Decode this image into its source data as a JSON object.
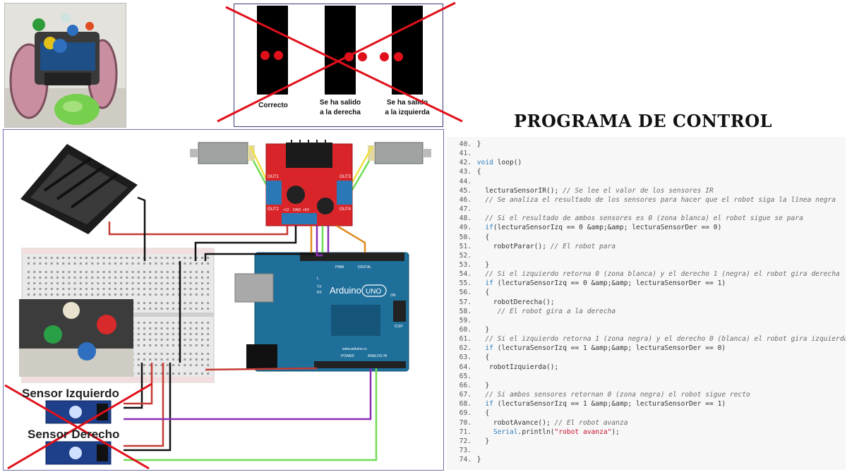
{
  "track": {
    "captions": [
      {
        "line1": "Correcto",
        "line2": ""
      },
      {
        "line1": "Se ha salido",
        "line2": "a la derecha"
      },
      {
        "line1": "Se ha salido",
        "line2": "a la izquierda"
      }
    ]
  },
  "program_title": "PROGRAMA DE CONTROL",
  "code": [
    {
      "n": "40.",
      "t": "}"
    },
    {
      "n": "41.",
      "t": ""
    },
    {
      "n": "42.",
      "t": "void loop()"
    },
    {
      "n": "43.",
      "t": "{"
    },
    {
      "n": "44.",
      "t": ""
    },
    {
      "n": "45.",
      "t": "  lecturaSensorIR(); // Se lee el valor de los sensores IR"
    },
    {
      "n": "46.",
      "t": "  // Se analiza el resultado de los sensores para hacer que el robot siga la línea negra"
    },
    {
      "n": "47.",
      "t": ""
    },
    {
      "n": "48.",
      "t": "  // Si el resultado de ambos sensores es 0 (zona blanca) el robot sigue se para"
    },
    {
      "n": "49.",
      "t": "  if(lecturaSensorIzq == 0 &amp;&amp; lecturaSensorDer == 0)"
    },
    {
      "n": "50.",
      "t": "  {"
    },
    {
      "n": "51.",
      "t": "    robotParar(); // El robot para"
    },
    {
      "n": "52.",
      "t": ""
    },
    {
      "n": "53.",
      "t": "  }"
    },
    {
      "n": "54.",
      "t": "  // Si el izquierdo retorna 0 (zona blanca) y el derecho 1 (negra) el robot gira derecha"
    },
    {
      "n": "55.",
      "t": "  if (lecturaSensorIzq == 0 &amp;&amp; lecturaSensorDer == 1)"
    },
    {
      "n": "56.",
      "t": "  {"
    },
    {
      "n": "57.",
      "t": "    robotDerecha();"
    },
    {
      "n": "58.",
      "t": "     // El robot gira a la derecha"
    },
    {
      "n": "59.",
      "t": ""
    },
    {
      "n": "60.",
      "t": "  }"
    },
    {
      "n": "61.",
      "t": "  // Si el izquierdo retorna 1 (zona negra) y el derecho 0 (blanca) el robot gira izquierda"
    },
    {
      "n": "62.",
      "t": "  if (lecturaSensorIzq == 1 &amp;&amp; lecturaSensorDer == 0)"
    },
    {
      "n": "63.",
      "t": "  {"
    },
    {
      "n": "64.",
      "t": "   robotIzquierda();"
    },
    {
      "n": "65.",
      "t": ""
    },
    {
      "n": "66.",
      "t": "  }"
    },
    {
      "n": "67.",
      "t": "  // Si ambos sensores retornan 0 (zona negra) el robot sigue recto"
    },
    {
      "n": "68.",
      "t": "  if (lecturaSensorIzq == 1 &amp;&amp; lecturaSensorDer == 1)"
    },
    {
      "n": "69.",
      "t": "  {"
    },
    {
      "n": "70.",
      "t": "    robotAvance(); // El robot avanza"
    },
    {
      "n": "71.",
      "t": "    Serial.println(\"robot avanza\");"
    },
    {
      "n": "72.",
      "t": "  }"
    },
    {
      "n": "73.",
      "t": ""
    },
    {
      "n": "74.",
      "t": "}"
    }
  ],
  "circuit": {
    "arduino_label": "Arduino",
    "uno_label": "UNO",
    "website": "www.arduino.cc",
    "digital_label": "DIGITAL",
    "pwm_label": "PWM",
    "power_label": "POWER",
    "analog_label": "ANALOG IN",
    "icsp_label": "ICSP",
    "tx_label": "TX",
    "rx_label": "RX",
    "l_label": "L",
    "on_label": "ON",
    "out_labels": [
      "OUT1",
      "OUT2",
      "OUT3",
      "OUT4"
    ],
    "driver_pins": [
      "+12",
      "GND",
      "+5V"
    ],
    "sensor_left": "Sensor Izquierdo",
    "sensor_right": "Sensor Derecho"
  },
  "colors": {
    "driver_red": "#d9252a",
    "arduino_blue": "#1f6f9b",
    "wire_red": "#c63a32",
    "wire_black": "#111111",
    "wire_purple": "#8c2fb5",
    "wire_green": "#6fdc57",
    "wire_yellow": "#f0e040",
    "wire_orange": "#e08a1e",
    "cross_red": "#e0101a",
    "code_keyword": "#2e7fbf",
    "code_string": "#c8102e"
  }
}
